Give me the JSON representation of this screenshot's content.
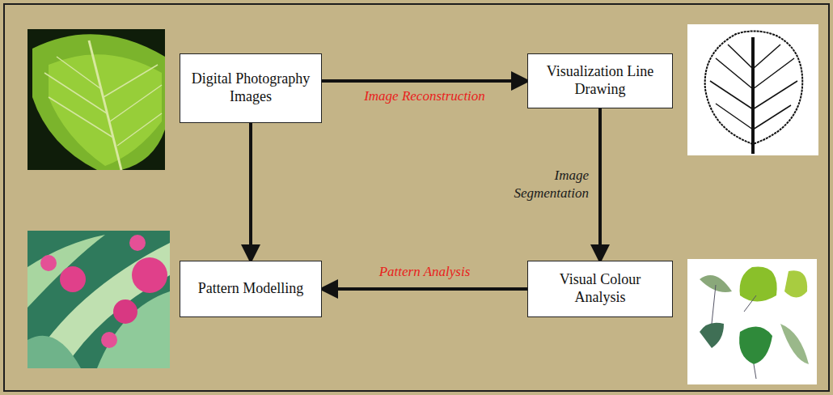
{
  "diagram": {
    "nodes": [
      {
        "text": [
          "Digital Photography Images"
        ]
      },
      {
        "text": [
          "Visualization Line Drawing"
        ]
      },
      {
        "text": [
          "Visual Colour Analysis"
        ]
      },
      {
        "text": [
          "Pattern Modelling"
        ]
      }
    ],
    "edges": [
      {
        "from": 0,
        "to": 1,
        "arrow": "to",
        "label": "Image Reconstruction"
      },
      {
        "from": 1,
        "to": 2,
        "arrow": "to",
        "label": "Image Segmentation"
      },
      {
        "from": 0,
        "to": 3,
        "arrow": "to"
      },
      {
        "from": 2,
        "to": 3,
        "arrow": "to",
        "label": "Pattern Analysis"
      }
    ]
  }
}
